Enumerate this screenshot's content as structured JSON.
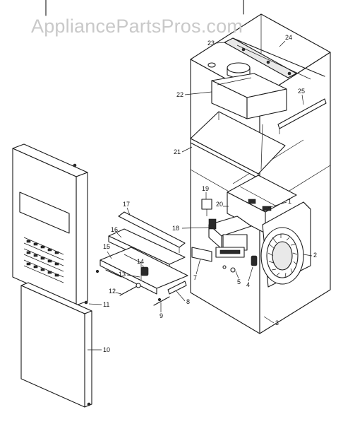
{
  "watermark": "AppliancePartsPros.com",
  "callouts": {
    "c1": "1",
    "c2": "2",
    "c3": "3",
    "c4": "4",
    "c5": "5",
    "c7": "7",
    "c8": "8",
    "c9": "9",
    "c10": "10",
    "c11": "11",
    "c12": "12",
    "c13": "13",
    "c14": "14",
    "c15": "15",
    "c16": "16",
    "c17": "17",
    "c18": "18",
    "c19": "19",
    "c20": "20",
    "c21": "21",
    "c22": "22",
    "c23": "23",
    "c24": "24",
    "c25": "25"
  }
}
